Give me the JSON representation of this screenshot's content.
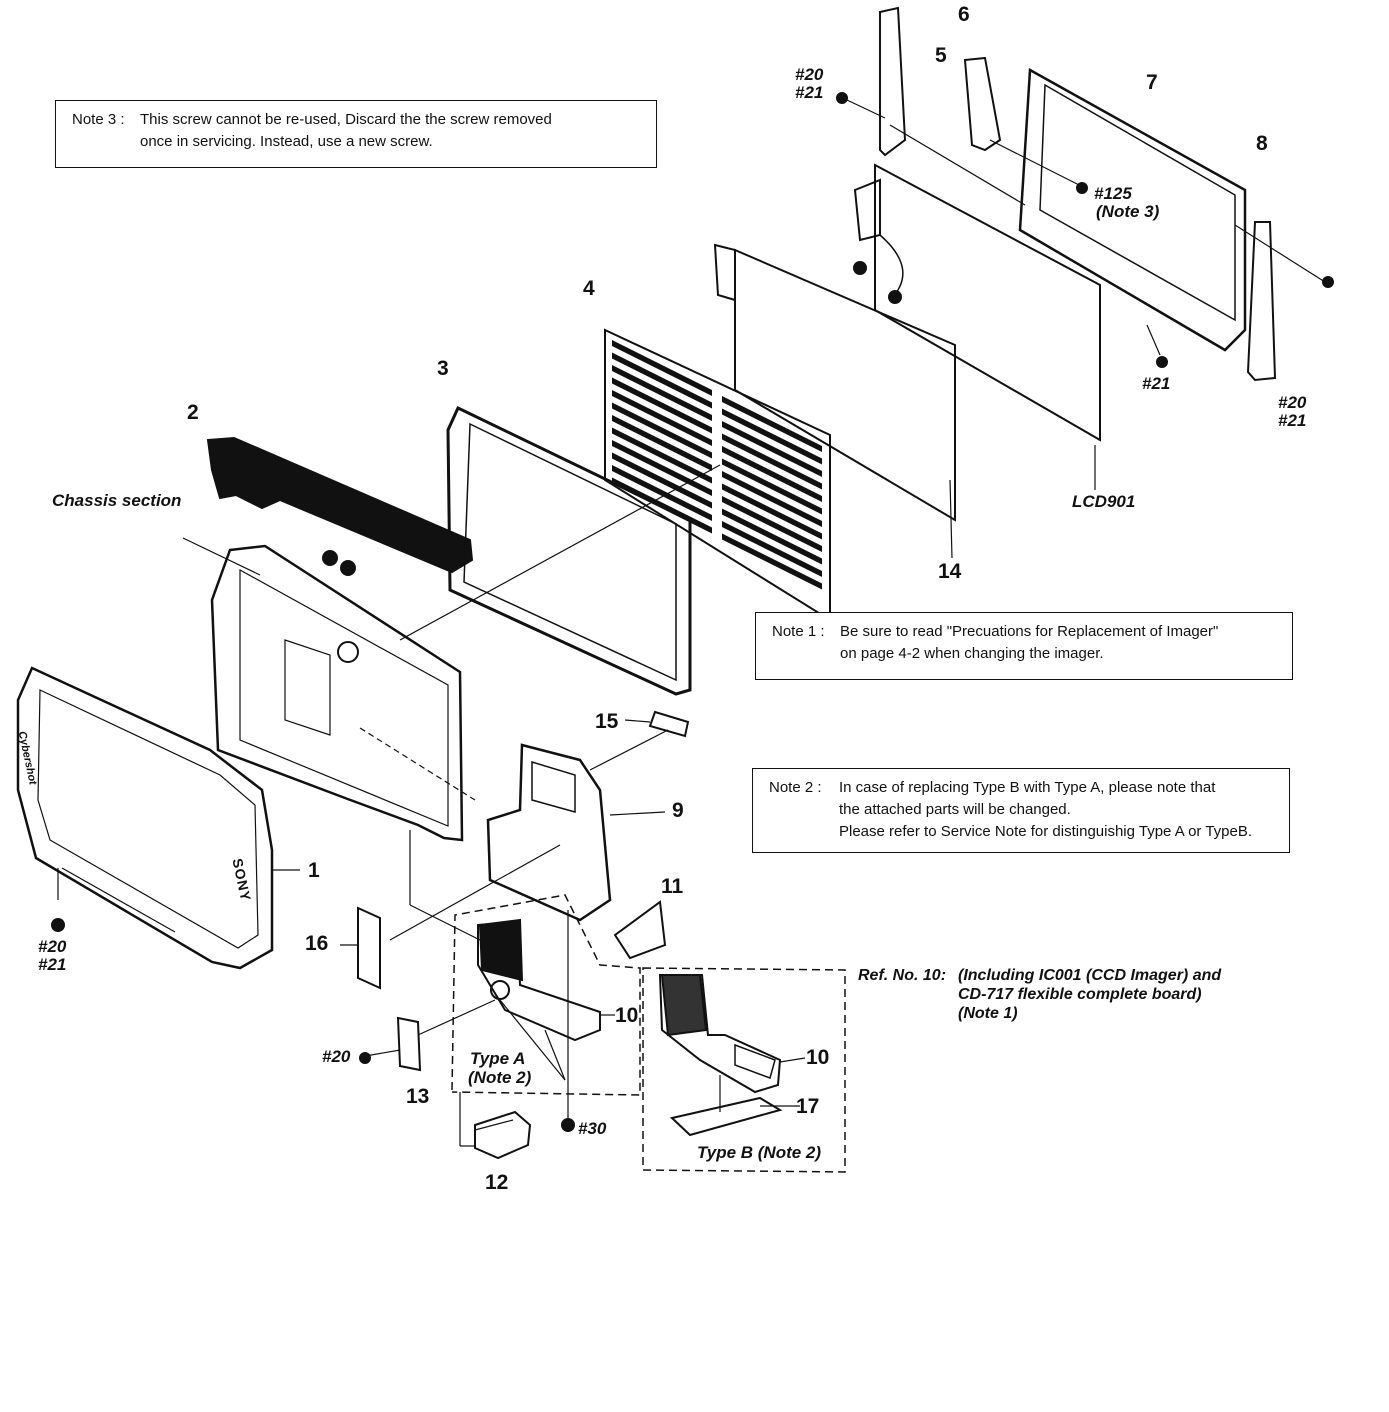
{
  "notes": {
    "note3": {
      "head": "Note 3 :",
      "line1": "This screw cannot be re-used, Discard the the screw removed",
      "line2": "once in servicing. Instead, use a new screw."
    },
    "note1": {
      "head": "Note 1 :",
      "line1": "Be sure to read  \"Precuations for Replacement of Imager\"",
      "line2": "on page 4-2 when changing the imager."
    },
    "note2": {
      "head": "Note 2 :",
      "line1": "In case of replacing Type B with Type A, please note that",
      "line2": "the attached parts will be changed.",
      "line3": "Please refer to Service Note for distinguishig Type A or TypeB."
    }
  },
  "section_label": "Chassis section",
  "ref_note": {
    "head": "Ref. No. 10:",
    "line1": "(Including IC001 (CCD Imager) and",
    "line2": "CD-717 flexible complete board)",
    "line3": "(Note 1)"
  },
  "parts": {
    "p1": "1",
    "p2": "2",
    "p3": "3",
    "p4": "4",
    "p5": "5",
    "p6": "6",
    "p7": "7",
    "p8": "8",
    "p9": "9",
    "p10a": "10",
    "p10b": "10",
    "p11": "11",
    "p12": "12",
    "p13": "13",
    "p14": "14",
    "p15": "15",
    "p16": "16",
    "p17": "17",
    "lcd": "LCD901"
  },
  "screws": {
    "s20_top": "#20",
    "s21_top": "#21",
    "s125": "#125",
    "s125_note": "(Note 3)",
    "s21_mid": "#21",
    "s20_right": "#20",
    "s21_right": "#21",
    "s20_left": "#20",
    "s21_left": "#21",
    "s20_bottom": "#20",
    "s30": "#30"
  },
  "types": {
    "type_a": "Type A",
    "type_a_note": "(Note 2)",
    "type_b": "Type B (Note 2)"
  },
  "front_panel": {
    "brand": "SONY",
    "model": "Cybershot"
  }
}
